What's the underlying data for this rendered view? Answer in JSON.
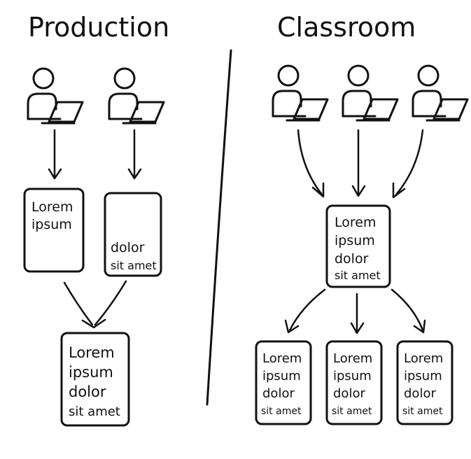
{
  "titles": {
    "production": "Production",
    "classroom": "Classroom"
  },
  "production": {
    "users": [
      {
        "icon": "person-with-laptop-icon"
      },
      {
        "icon": "person-with-laptop-icon"
      }
    ],
    "docs": {
      "doc_1": [
        "Lorem",
        "ipsum"
      ],
      "doc_2": [
        "dolor",
        "sit amet"
      ],
      "merged": [
        "Lorem",
        "ipsum",
        "dolor",
        "sit amet"
      ]
    }
  },
  "classroom": {
    "users": [
      {
        "icon": "person-with-laptop-icon"
      },
      {
        "icon": "person-with-laptop-icon"
      },
      {
        "icon": "person-with-laptop-icon"
      }
    ],
    "docs": {
      "shared": [
        "Lorem",
        "ipsum",
        "dolor",
        "sit amet"
      ],
      "copy_1": [
        "Lorem",
        "ipsum",
        "dolor",
        "sit amet"
      ],
      "copy_2": [
        "Lorem",
        "ipsum",
        "dolor",
        "sit amet"
      ],
      "copy_3": [
        "Lorem",
        "ipsum",
        "dolor",
        "sit amet"
      ]
    }
  },
  "colors": {
    "ink": "#111111",
    "background": "#ffffff"
  }
}
